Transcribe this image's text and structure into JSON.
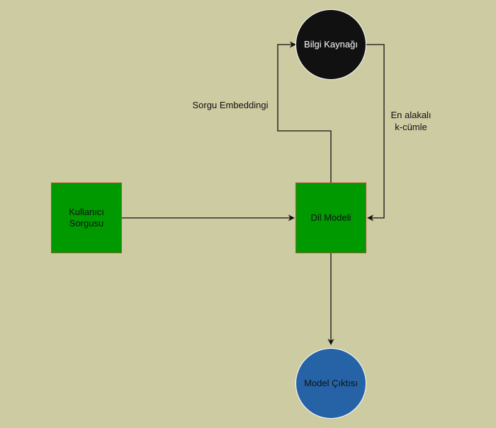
{
  "colors": {
    "background": "#cdcba2",
    "process_box": "#009900",
    "knowledge_source": "#111111",
    "model_output": "#2563a6",
    "edge": "#111111",
    "text_dark": "#111111",
    "text_light": "#ffffff"
  },
  "nodes": {
    "user_query": {
      "label": "Kullanıcı\nSorgusu"
    },
    "language_model": {
      "label": "Dil Modeli"
    },
    "knowledge_source": {
      "label": "Bilgi Kaynağı"
    },
    "model_output": {
      "label": "Model Çıktısı"
    }
  },
  "edges": {
    "query_embedding": {
      "label": "Sorgu Embeddingi"
    },
    "top_k_sentences": {
      "label": "En alakalı\nk-cümle"
    }
  }
}
